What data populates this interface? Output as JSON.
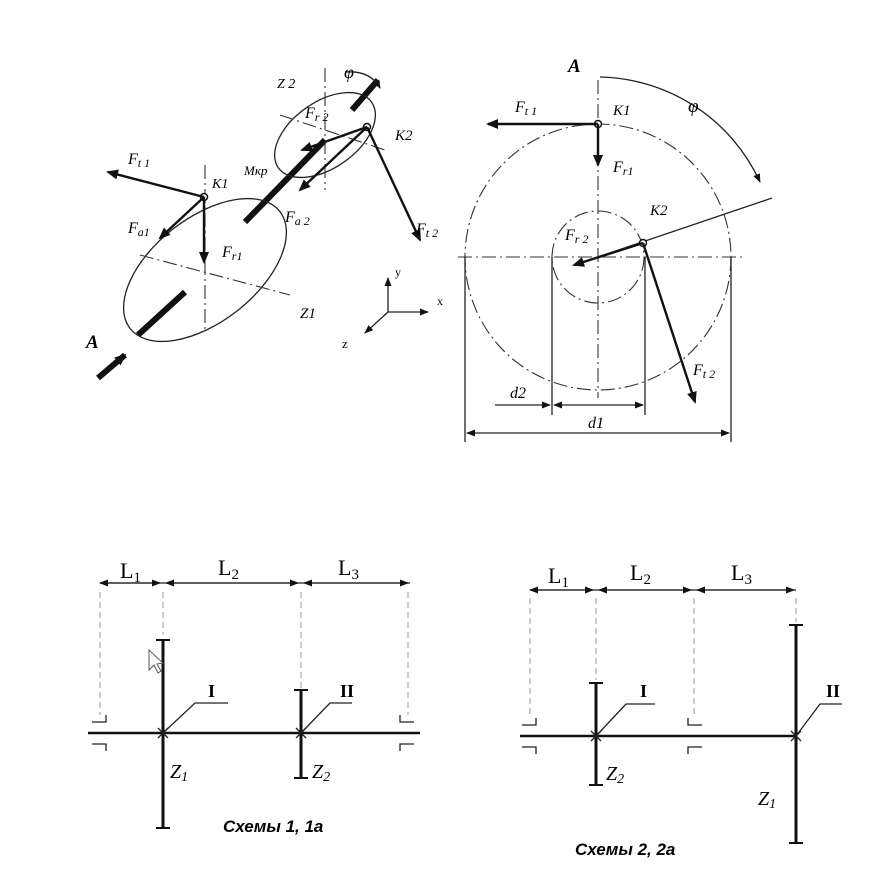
{
  "labels": {
    "A": "A",
    "Z2": "Z 2",
    "phi": "φ",
    "Fr": "F",
    "r2sub": "r 2",
    "r1sub": "r1",
    "Ft": "F",
    "t1sub": "t 1",
    "t2sub": "t 2",
    "Fa": "F",
    "a1sub": "a1",
    "a2sub": "a 2",
    "K1": "K1",
    "K2": "K2",
    "Mkr": "Mкр",
    "Z1": "Z1",
    "axis_y": "y",
    "axis_x": "x",
    "axis_z": "z",
    "d2": "d2",
    "d1": "d1"
  },
  "schemes": {
    "s1": {
      "L1": "L",
      "L2": "L",
      "L3": "L",
      "sub1": "1",
      "sub2": "2",
      "sub3": "3",
      "I": "I",
      "II": "II",
      "Z1": "Z",
      "Z2": "Z",
      "z1sub": "1",
      "z2sub": "2",
      "caption": "Схемы 1, 1а"
    },
    "s2": {
      "L1": "L",
      "L2": "L",
      "L3": "L",
      "sub1": "1",
      "sub2": "2",
      "sub3": "3",
      "I": "I",
      "II": "II",
      "Z1": "Z",
      "Z2": "Z",
      "z1sub": "1",
      "z2sub": "2",
      "caption": "Схемы 2, 2а"
    }
  }
}
